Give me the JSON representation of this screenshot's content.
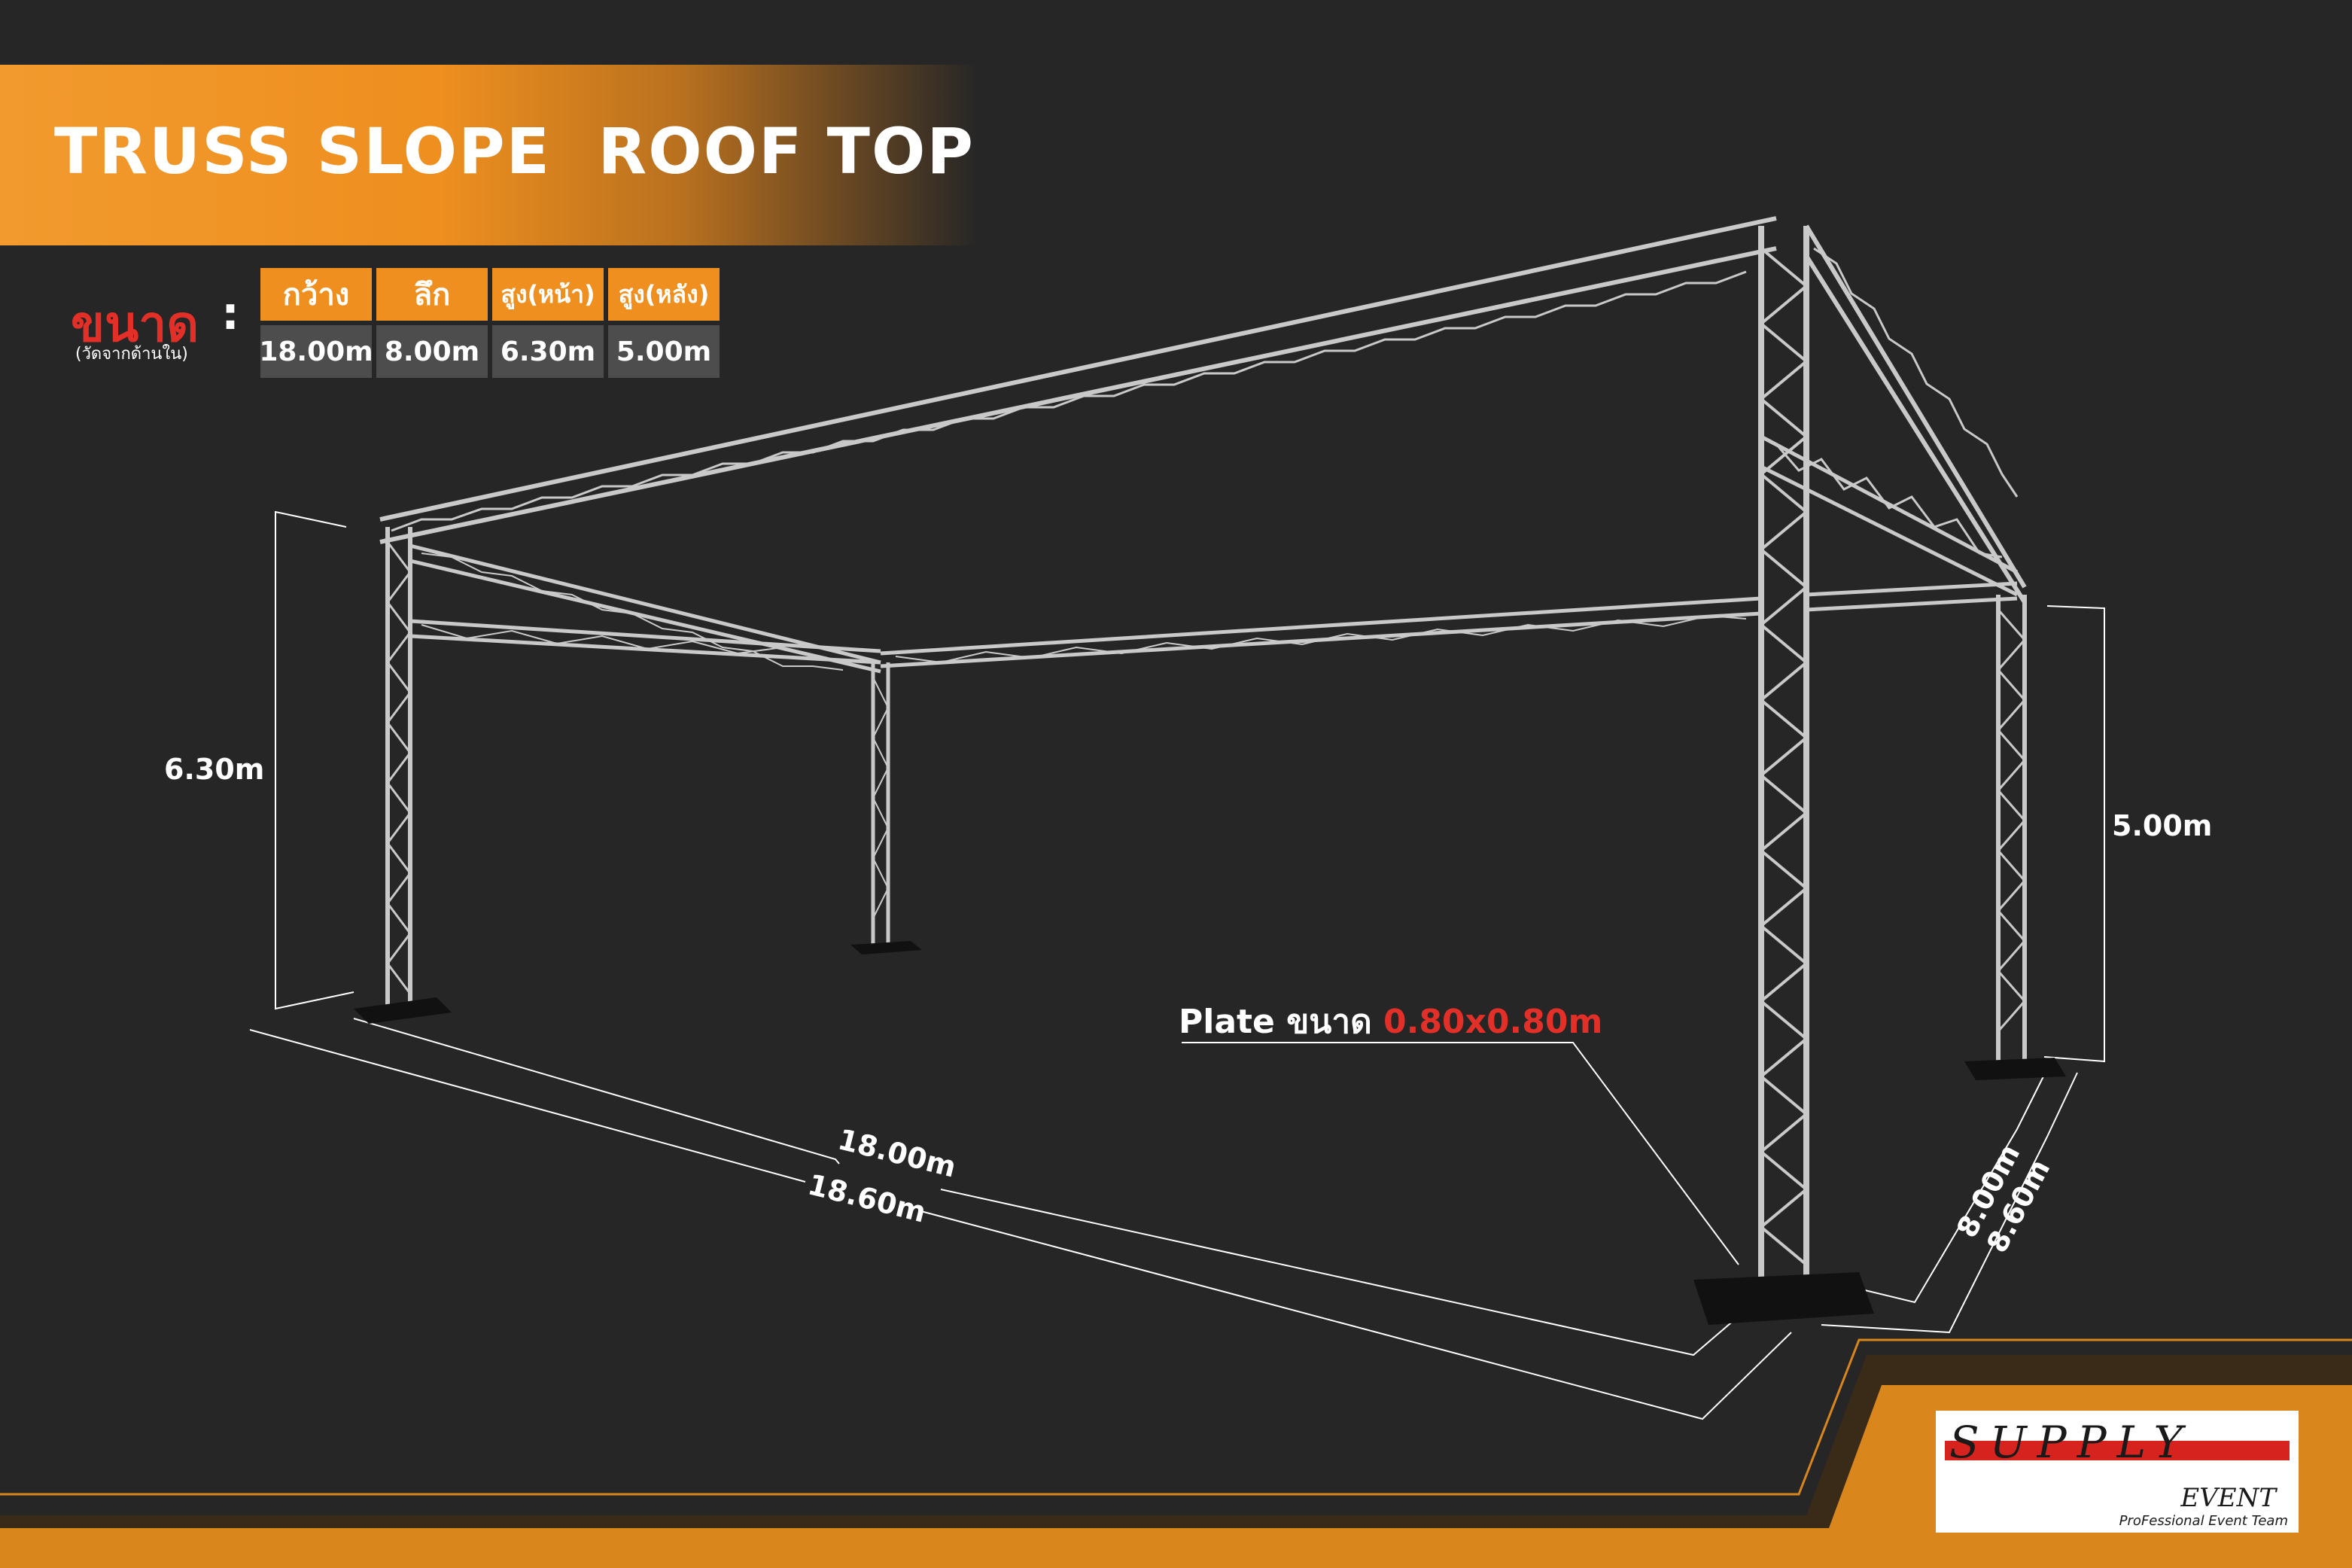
{
  "title": "TRUSS SLOPE  ROOF TOP",
  "size": {
    "label": "ขนาด",
    "note": "(วัดจากด้านใน)",
    "colon": ":",
    "columns": [
      {
        "header": "กว้าง",
        "value": "18.00m"
      },
      {
        "header": "ลึก",
        "value": "8.00m"
      },
      {
        "header": "สูง(หน้า)",
        "value": "6.30m"
      },
      {
        "header": "สูง(หลัง)",
        "value": "5.00m"
      }
    ]
  },
  "dimensions": {
    "front_height": "6.30m",
    "back_height": "5.00m",
    "inner_width": "18.00m",
    "outer_width": "18.60m",
    "inner_depth": "8.00m",
    "outer_depth": "8.60m"
  },
  "plate": {
    "label": "Plate ขนาด",
    "value": "0.80x0.80m"
  },
  "logo": {
    "main": "SUPPLY",
    "sub": "EVENT",
    "tagline": "ProFessional Event Team"
  },
  "colors": {
    "background": "#262626",
    "accent_orange": "#ee8f1f",
    "accent_red": "#e23028",
    "truss": "#c9c9c9"
  }
}
